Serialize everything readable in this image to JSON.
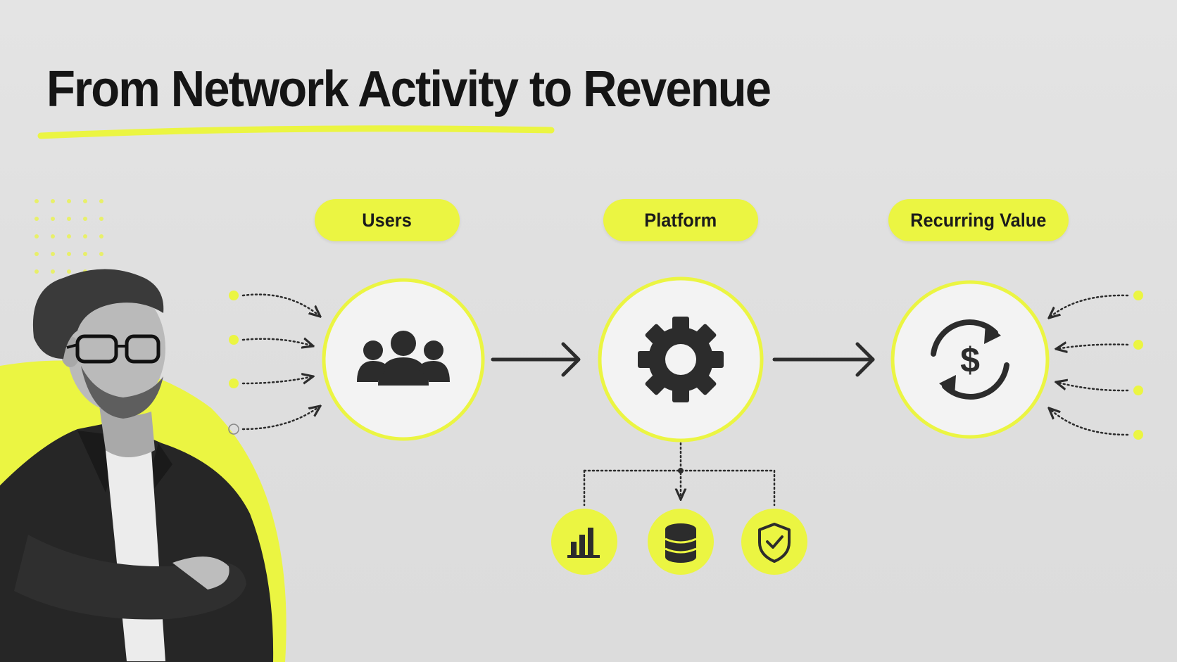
{
  "title": "From Network Activity to Revenue",
  "stages": [
    {
      "label": "Users",
      "icon": "users-group-icon"
    },
    {
      "label": "Platform",
      "icon": "gear-icon"
    },
    {
      "label": "Recurring Value",
      "icon": "recurring-dollar-icon"
    }
  ],
  "platform_outputs": [
    {
      "icon": "bar-chart-icon"
    },
    {
      "icon": "database-icon"
    },
    {
      "icon": "shield-check-icon"
    }
  ],
  "person": {
    "icon": "person-portrait-icon"
  },
  "colors": {
    "accent": "#ebf542",
    "background": "#e0e0e0",
    "icon": "#2c2c2c",
    "circle_fill": "#f3f3f3",
    "text": "#151515"
  }
}
